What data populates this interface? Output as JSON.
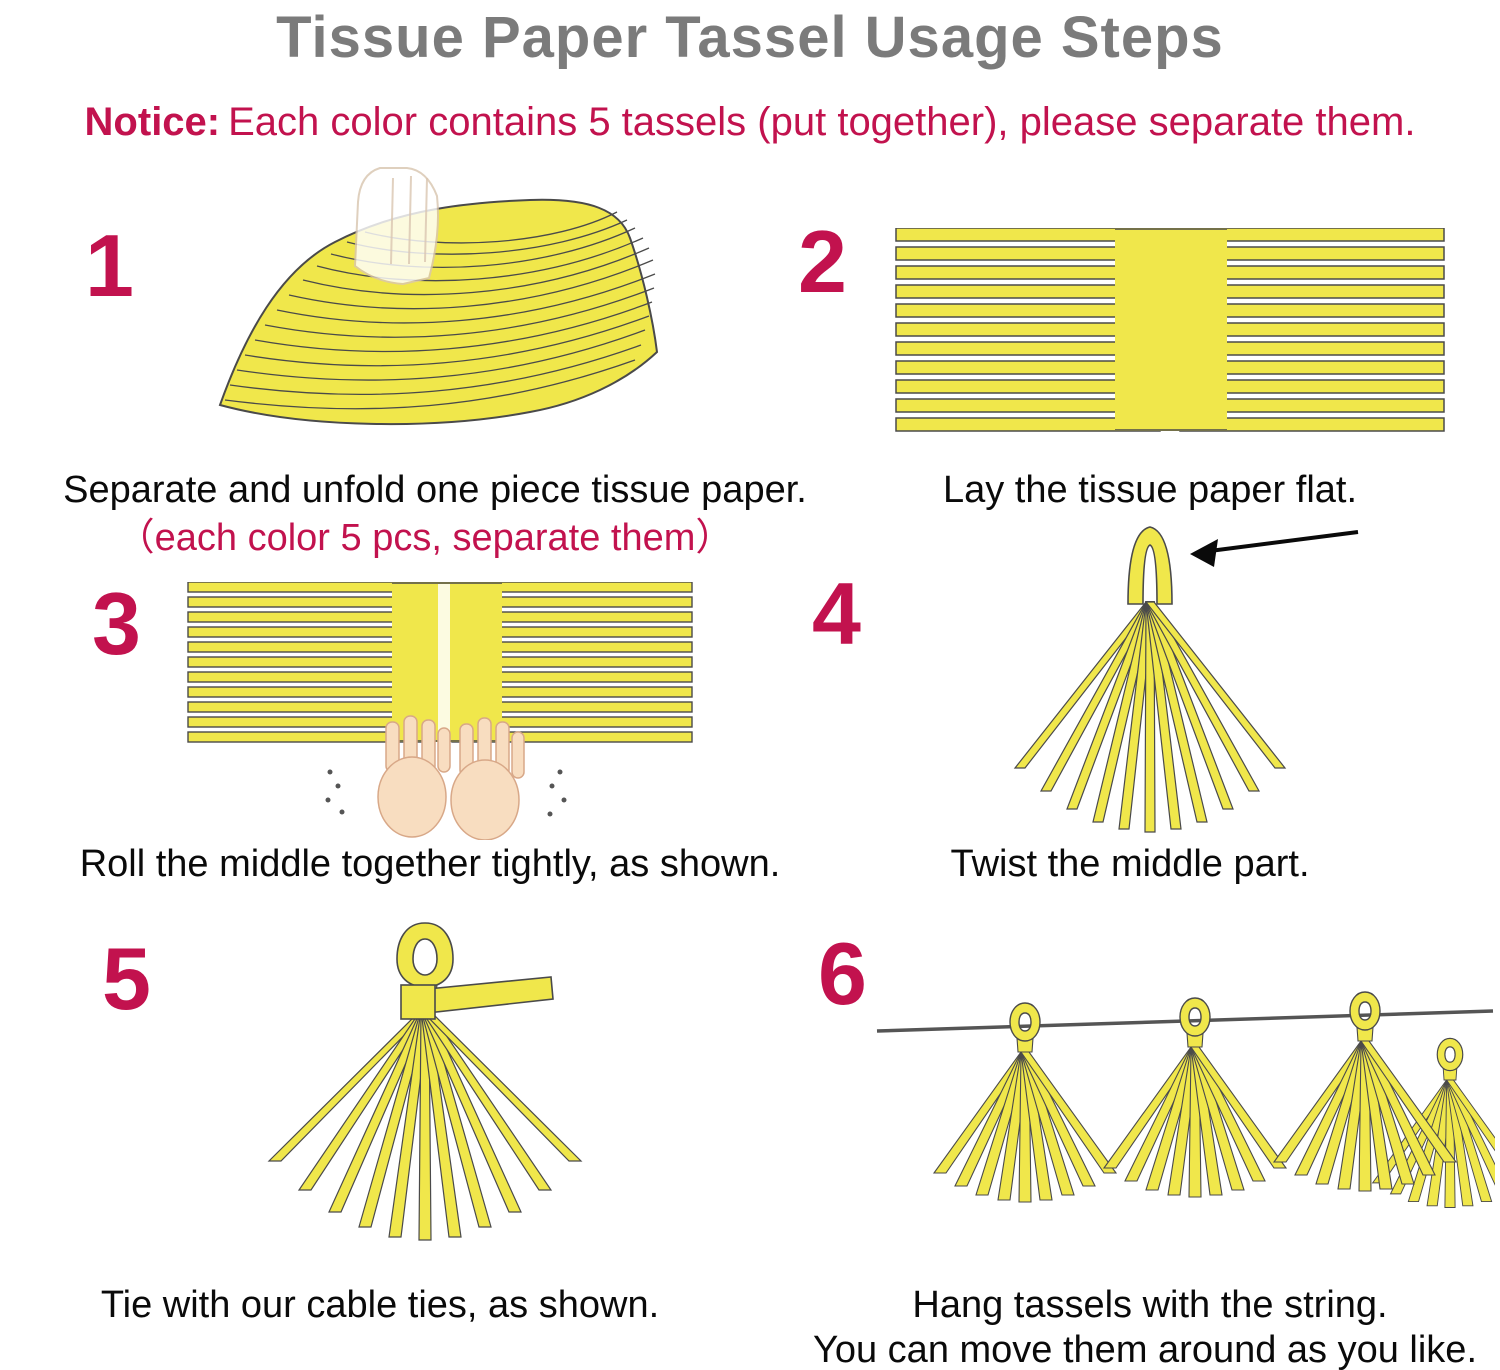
{
  "title": "Tissue Paper Tassel Usage Steps",
  "notice": {
    "label": "Notice:",
    "text": "Each color contains 5 tassels (put together), please separate them."
  },
  "steps": [
    {
      "number": "1",
      "caption": "Separate and unfold one piece tissue paper.",
      "subcaption": "（each color 5 pcs, separate them）"
    },
    {
      "number": "2",
      "caption": "Lay the tissue paper flat."
    },
    {
      "number": "3",
      "caption": "Roll the middle together tightly, as shown."
    },
    {
      "number": "4",
      "caption": "Twist the middle part."
    },
    {
      "number": "5",
      "caption": "Tie with our cable ties, as shown."
    },
    {
      "number": "6",
      "caption": "Hang tassels with the string.",
      "subcaption": "You can move them around as you like."
    }
  ],
  "colors": {
    "accent": "#c2124e",
    "title_gray": "#7b7b7b",
    "tassel_yellow": "#f0e74b",
    "outline": "#4a4a4a",
    "skin": "#f8ddc0"
  }
}
